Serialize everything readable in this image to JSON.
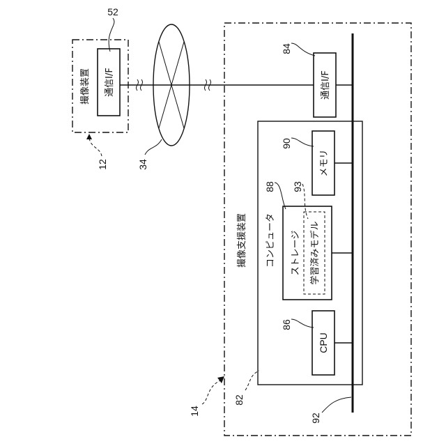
{
  "labels": {
    "imaging_device": "撮像装置",
    "comm_if_device": "通信I/F",
    "comm_if_support": "通信I/F",
    "imaging_support_device": "撮像支援装置",
    "computer": "コンピュータ",
    "memory": "メモリ",
    "storage": "ストレージ",
    "trained_model": "学習済みモデル",
    "cpu": "CPU"
  },
  "refs": {
    "r52": "52",
    "r12": "12",
    "r34": "34",
    "r84": "84",
    "r90": "90",
    "r88": "88",
    "r93": "93",
    "r86": "86",
    "r82": "82",
    "r14": "14",
    "r92": "92"
  },
  "colors": {
    "stroke": "#111111",
    "background": "#ffffff"
  }
}
